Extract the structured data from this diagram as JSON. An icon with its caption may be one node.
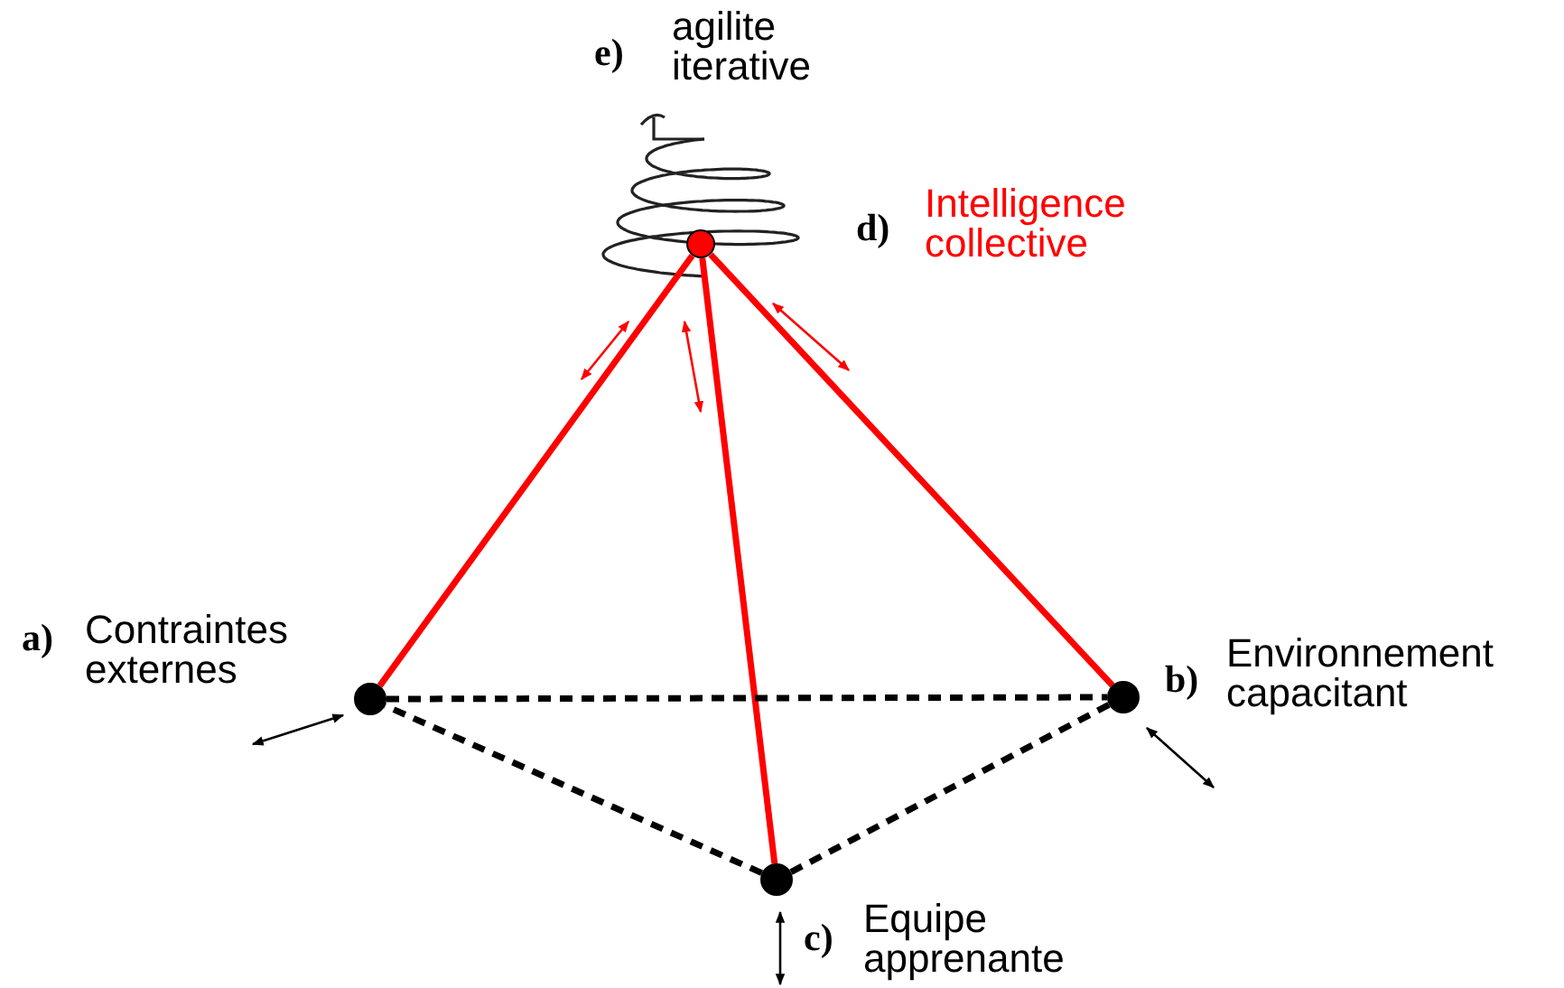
{
  "diagram": {
    "nodes": [
      {
        "text": [],
        "shape": "circle",
        "beside": [
          "d)",
          "Intelligence collective"
        ]
      },
      {
        "text": [],
        "shape": "circle",
        "beside": [
          "a)",
          "Contraintes externes"
        ]
      },
      {
        "text": [],
        "shape": "circle",
        "beside": [
          "b)",
          "Environnement capacitant"
        ]
      },
      {
        "text": [],
        "shape": "circle",
        "beside": [
          "c)",
          "Equipe apprenante"
        ]
      }
    ],
    "edges": [
      {
        "from": 0,
        "to": 1,
        "arrow": "none",
        "color": "#ff0000"
      },
      {
        "from": 0,
        "to": 3,
        "arrow": "none",
        "color": "#ff0000"
      },
      {
        "from": 0,
        "to": 2,
        "arrow": "none",
        "color": "#ff0000"
      },
      {
        "from": 1,
        "to": 2,
        "arrow": "none",
        "style": "dashed",
        "color": "#000000"
      },
      {
        "from": 2,
        "to": 3,
        "arrow": "none",
        "style": "dashed",
        "color": "#000000"
      },
      {
        "from": 3,
        "to": 1,
        "arrow": "none",
        "style": "dashed",
        "color": "#000000"
      }
    ],
    "labels": [
      "e)",
      "agilite iterative"
    ]
  }
}
